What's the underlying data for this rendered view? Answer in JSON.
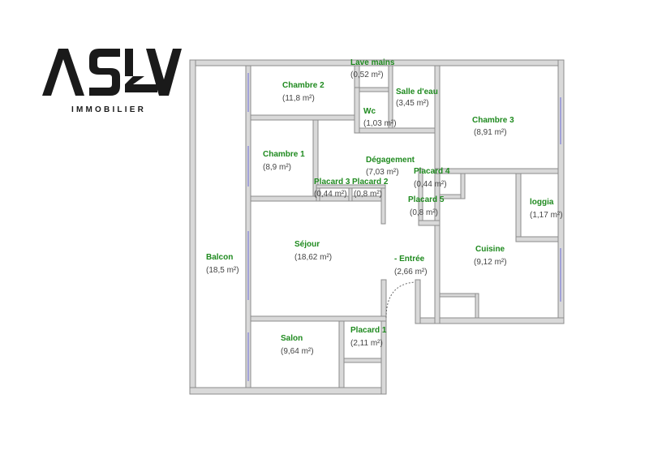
{
  "logo": {
    "brand": "ASLV",
    "tagline": "IMMOBILIER"
  },
  "colors": {
    "wall_outer": "#9a9a9a",
    "wall_inner": "#a8a8a8",
    "room_label": "#1f8a1f",
    "area_label": "#444444",
    "window": "#8a8ad8"
  },
  "rooms": [
    {
      "id": "lave-mains",
      "name": "Lave mains",
      "area": "(0,52 m²)"
    },
    {
      "id": "chambre-2",
      "name": "Chambre 2",
      "area": "(11,8 m²)"
    },
    {
      "id": "salle-eau",
      "name": "Salle d'eau",
      "area": "(3,45 m²)"
    },
    {
      "id": "wc",
      "name": "Wc",
      "area": "(1,03 m²)"
    },
    {
      "id": "chambre-3",
      "name": "Chambre 3",
      "area": "(8,91 m²)"
    },
    {
      "id": "chambre-1",
      "name": "Chambre 1",
      "area": "(8,9 m²)"
    },
    {
      "id": "degagement",
      "name": "Dégagement",
      "area": "(7,03 m²)"
    },
    {
      "id": "placard-4",
      "name": "Placard 4",
      "area": "(0,44 m²)"
    },
    {
      "id": "placard-3",
      "name": "Placard 3",
      "area": "(0,44 m²)"
    },
    {
      "id": "placard-2",
      "name": "Placard 2",
      "area": "(0,8 m²)"
    },
    {
      "id": "placard-5",
      "name": "Placard 5",
      "area": "(0,8 m²)"
    },
    {
      "id": "loggia",
      "name": "loggia",
      "area": "(1,17 m²)"
    },
    {
      "id": "balcon",
      "name": "Balcon",
      "area": "(18,5 m²)"
    },
    {
      "id": "sejour",
      "name": "Séjour",
      "area": "(18,62 m²)"
    },
    {
      "id": "entree",
      "name": "- Entrée",
      "area": "(2,66 m²)"
    },
    {
      "id": "cuisine",
      "name": "Cuisine",
      "area": "(9,12 m²)"
    },
    {
      "id": "salon",
      "name": "Salon",
      "area": "(9,64 m²)"
    },
    {
      "id": "placard-1",
      "name": "Placard 1",
      "area": "(2,11 m²)"
    }
  ]
}
